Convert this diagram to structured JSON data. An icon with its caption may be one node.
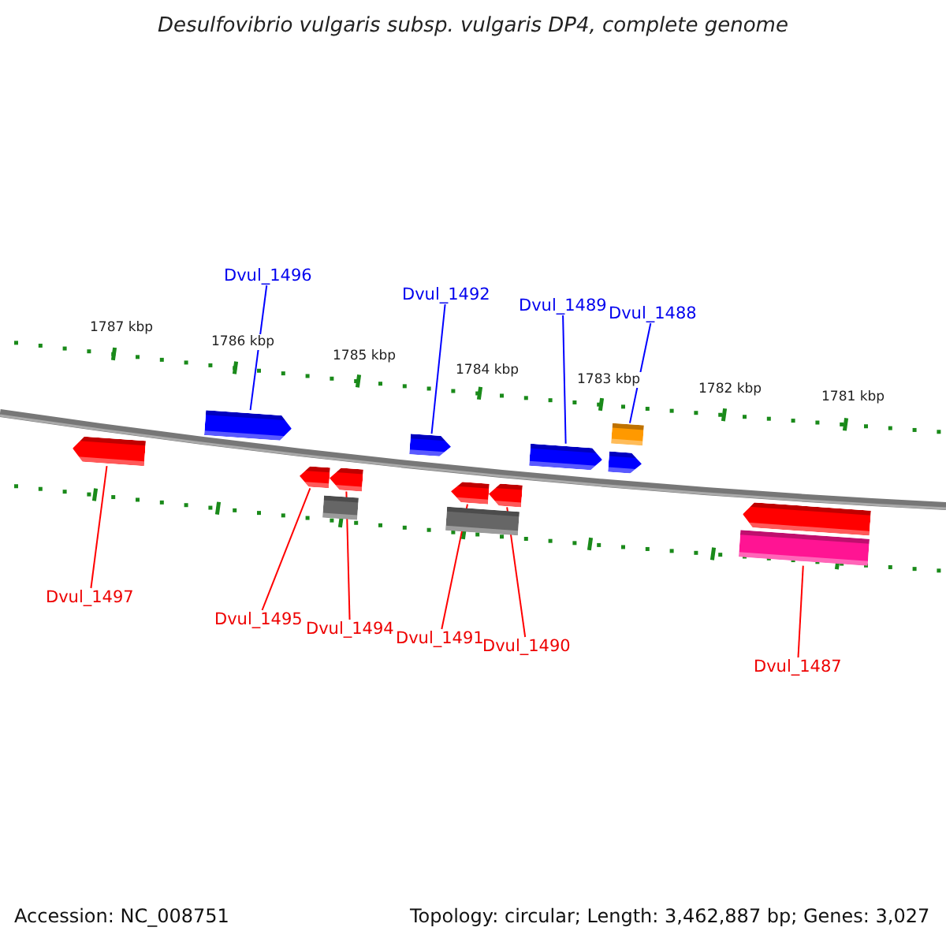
{
  "diagram": {
    "title": "Desulfovibrio vulgaris subsp. vulgaris DP4, complete genome",
    "nodes": [
      {
        "text": [
          "Dvul_1496"
        ]
      },
      {
        "text": [
          "Dvul_1492"
        ]
      },
      {
        "text": [
          "Dvul_1489"
        ]
      },
      {
        "text": [
          "Dvul_1488"
        ]
      },
      {
        "text": [
          "Dvul_1497"
        ]
      },
      {
        "text": [
          "Dvul_1495"
        ]
      },
      {
        "text": [
          "Dvul_1494"
        ]
      },
      {
        "text": [
          "Dvul_1491"
        ]
      },
      {
        "text": [
          "Dvul_1490"
        ]
      },
      {
        "text": [
          "Dvul_1487"
        ]
      },
      {
        "text": [],
        "shape": "pentagon"
      },
      {
        "text": [],
        "shape": "pentagon"
      },
      {
        "text": [],
        "shape": "pentagon"
      },
      {
        "text": [],
        "shape": "box"
      },
      {
        "text": [],
        "shape": "pentagon"
      },
      {
        "text": [],
        "shape": "pentagon"
      },
      {
        "text": [],
        "shape": "pentagon"
      },
      {
        "text": [],
        "shape": "pentagon"
      },
      {
        "text": [],
        "shape": "box"
      },
      {
        "text": [],
        "shape": "pentagon"
      },
      {
        "text": [],
        "shape": "pentagon"
      },
      {
        "text": [],
        "shape": "box"
      },
      {
        "text": [],
        "shape": "pentagon"
      },
      {
        "text": [],
        "shape": "box"
      }
    ],
    "edges": [
      {
        "from": 0,
        "to": 10,
        "arrow": "none",
        "color": "#0000ff"
      },
      {
        "from": 1,
        "to": 11,
        "arrow": "none",
        "color": "#0000ff"
      },
      {
        "from": 2,
        "to": 12,
        "arrow": "none",
        "color": "#0000ff"
      },
      {
        "from": 3,
        "to": 13,
        "arrow": "none",
        "color": "#0000ff"
      },
      {
        "from": 4,
        "to": 15,
        "arrow": "none"
      },
      {
        "from": 5,
        "to": 16,
        "arrow": "none"
      },
      {
        "from": 6,
        "to": 17,
        "arrow": "none"
      },
      {
        "from": 7,
        "to": 19,
        "arrow": "none"
      },
      {
        "from": 8,
        "to": 20,
        "arrow": "none"
      },
      {
        "from": 9,
        "to": 23,
        "arrow": "none"
      }
    ],
    "labels": [
      "1787 kbp",
      "1786 kbp",
      "1785 kbp",
      "1784 kbp",
      "1783 kbp",
      "1782 kbp",
      "1781 kbp",
      "Accession: NC_008751",
      "Topology: circular; Length: 3,462,887 bp; Genes: 3,027"
    ]
  }
}
